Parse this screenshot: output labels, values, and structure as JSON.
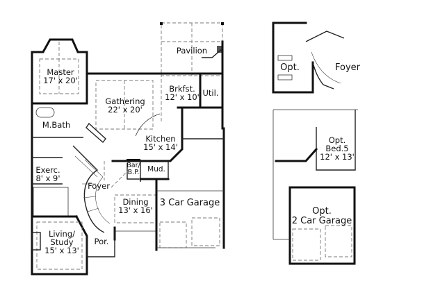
{
  "plans": {
    "main_floor": {
      "rooms": [
        {
          "name": "Pavilion",
          "dims": ""
        },
        {
          "name": "Master",
          "dims": "17' x 20'"
        },
        {
          "name": "Gathering",
          "dims": "22' x 20'"
        },
        {
          "name": "Brkfst.",
          "dims": "12' x 10'"
        },
        {
          "name": "Util.",
          "dims": ""
        },
        {
          "name": "M.Bath",
          "dims": ""
        },
        {
          "name": "Kitchen",
          "dims": "15' x 14'"
        },
        {
          "name": "Bar/",
          "dims": "B.P."
        },
        {
          "name": "Mud.",
          "dims": ""
        },
        {
          "name": "Exerc.",
          "dims": "8' x 9'"
        },
        {
          "name": "Foyer",
          "dims": ""
        },
        {
          "name": "Dining",
          "dims": "13' x 16'"
        },
        {
          "name": "3 Car Garage",
          "dims": ""
        },
        {
          "name": "Living/",
          "dims": "Study"
        },
        {
          "name": "15' x 13'",
          "dims": ""
        },
        {
          "name": "Por.",
          "dims": ""
        }
      ]
    },
    "alt_stair": {
      "rooms": [
        {
          "name": "Opt.",
          "dims": ""
        },
        {
          "name": "Foyer",
          "dims": ""
        }
      ]
    },
    "alt_garage": {
      "rooms": [
        {
          "name": "Opt.",
          "dims": "Bed.5"
        },
        {
          "name": "12' x 13'",
          "dims": ""
        },
        {
          "name": "Opt.",
          "dims": "2 Car Garage"
        }
      ]
    }
  }
}
